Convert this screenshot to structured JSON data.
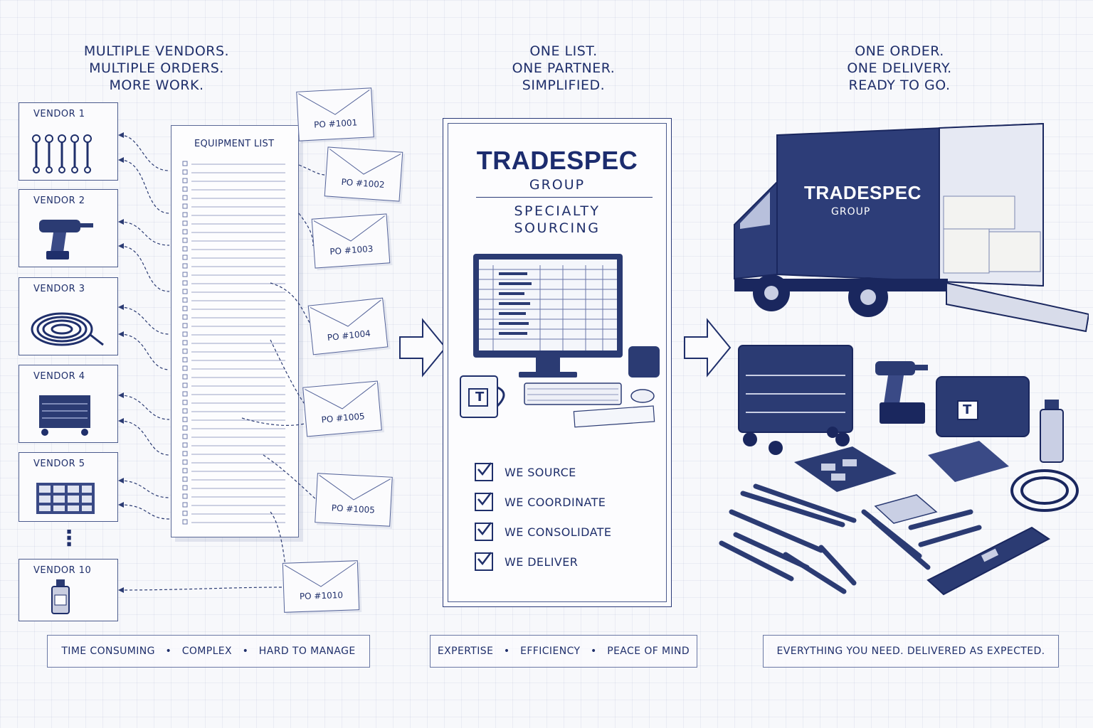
{
  "left": {
    "headline": [
      "MULTIPLE VENDORS.",
      "MULTIPLE ORDERS.",
      "MORE WORK."
    ],
    "vendors": [
      "VENDOR 1",
      "VENDOR 2",
      "VENDOR 3",
      "VENDOR 4",
      "VENDOR 5",
      "VENDOR 10"
    ],
    "vendor_icons": [
      "wrench-icon",
      "drill-icon",
      "cable-coil-icon",
      "tool-cart-icon",
      "parts-organizer-icon",
      "bottle-icon"
    ],
    "ellipsis": "⋮",
    "equipment_list_title": "EQUIPMENT LIST",
    "purchase_orders": [
      "PO #1001",
      "PO #1002",
      "PO #1003",
      "PO #1004",
      "PO #1005",
      "PO #1005",
      "PO #1010"
    ],
    "footer": "TIME CONSUMING   •   COMPLEX   •   HARD TO MANAGE"
  },
  "middle": {
    "headline": [
      "ONE LIST.",
      "ONE PARTNER.",
      "SIMPLIFIED."
    ],
    "brand_name": "TRADESPEC",
    "brand_group": "GROUP",
    "tagline": [
      "SPECIALTY",
      "SOURCING"
    ],
    "mug_letter": "T",
    "checklist": [
      "WE SOURCE",
      "WE COORDINATE",
      "WE CONSOLIDATE",
      "WE DELIVER"
    ],
    "footer": "EXPERTISE   •   EFFICIENCY   •   PEACE OF MIND"
  },
  "right": {
    "headline": [
      "ONE ORDER.",
      "ONE DELIVERY.",
      "READY TO GO."
    ],
    "truck_brand": "TRADESPEC",
    "truck_group": "GROUP",
    "case_letter": "T",
    "footer": "EVERYTHING YOU NEED. DELIVERED AS EXPECTED."
  },
  "colors": {
    "ink": "#1f2f6b",
    "navy": "#2b3b73",
    "paper": "#f7f8fb"
  }
}
